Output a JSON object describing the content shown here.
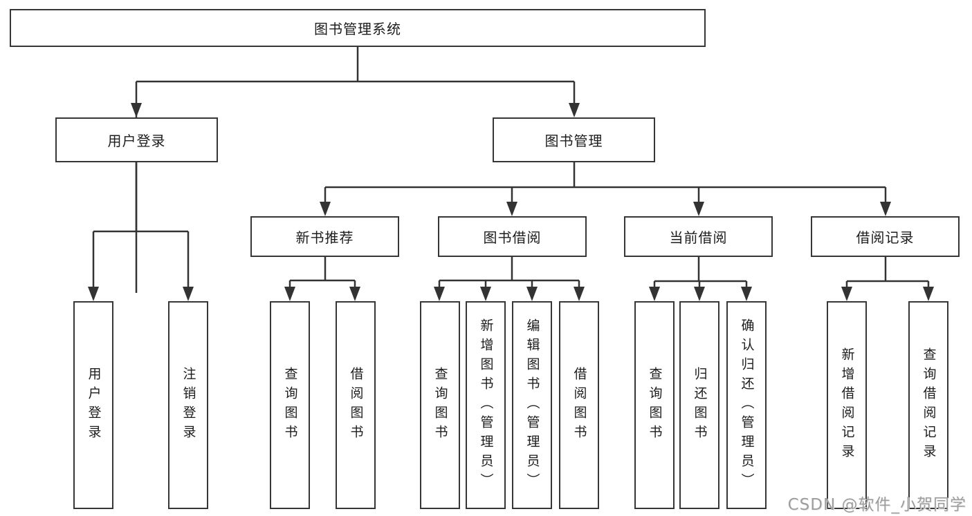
{
  "diagram": {
    "root": {
      "label": "图书管理系统"
    },
    "branches": [
      {
        "label": "用户登录",
        "children": [
          {
            "label": "用户登录"
          },
          {
            "label": "注销登录"
          }
        ]
      },
      {
        "label": "图书管理",
        "sections": [
          {
            "label": "新书推荐",
            "children": [
              {
                "label": "查询图书"
              },
              {
                "label": "借阅图书"
              }
            ]
          },
          {
            "label": "图书借阅",
            "children": [
              {
                "label": "查询图书"
              },
              {
                "label": "新增图书（管理员）"
              },
              {
                "label": "编辑图书（管理员）"
              },
              {
                "label": "借阅图书"
              }
            ]
          },
          {
            "label": "当前借阅",
            "children": [
              {
                "label": "查询图书"
              },
              {
                "label": "归还图书"
              },
              {
                "label": "确认归还（管理员）"
              }
            ]
          },
          {
            "label": "借阅记录",
            "children": [
              {
                "label": "新增借阅记录"
              },
              {
                "label": "查询借阅记录"
              }
            ]
          }
        ]
      }
    ]
  },
  "watermark": {
    "text": "CSDN @软件_小贺同学"
  },
  "colors": {
    "line": "#333333",
    "box_border": "#363636",
    "text": "#1c1c1c",
    "watermark": "#9d9d9d",
    "background": "#ffffff"
  }
}
